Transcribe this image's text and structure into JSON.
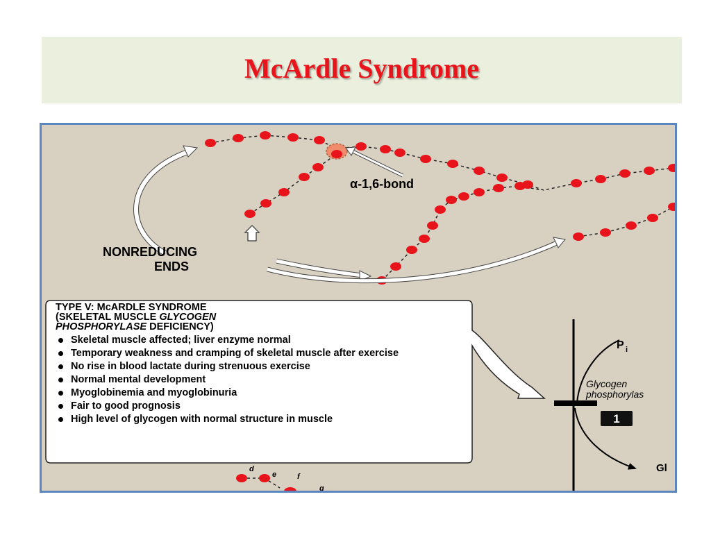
{
  "slide": {
    "title": "McArdle Syndrome"
  },
  "figure": {
    "bond_label": "α-1,6-bond",
    "nonreducing_label_line1": "NONREDUCING",
    "nonreducing_label_line2": "ENDS",
    "p_label": "P",
    "p_subscript": "i",
    "enzyme_label_line1": "Glycogen",
    "enzyme_label_line2": "phosphorylas",
    "step_number": "1",
    "product_label": "Gl",
    "small_letters": [
      "d",
      "e",
      "f",
      "g"
    ],
    "info": {
      "heading_line1": "TYPE V: McARDLE SYNDROME",
      "heading_line2_prefix": "(SKELETAL MUSCLE ",
      "heading_line2_italic": "GLYCOGEN",
      "heading_line3_italic": "PHOSPHORYLASE",
      "heading_line3_suffix": " DEFICIENCY)",
      "bullets": [
        "Skeletal muscle affected; liver enzyme normal",
        "Temporary weakness and cramping of skeletal muscle after exercise",
        "No rise in blood lactate during strenuous exercise",
        "Normal mental development",
        "Myoglobinemia and myoglobinuria",
        "Fair to good prognosis",
        "High level of glycogen with normal structure in muscle"
      ]
    },
    "colors": {
      "background": "#d8d0c0",
      "border": "#5b86c0",
      "glucose": "#e8141b",
      "title": "#e8141b",
      "title_band": "#ebf0de"
    }
  }
}
